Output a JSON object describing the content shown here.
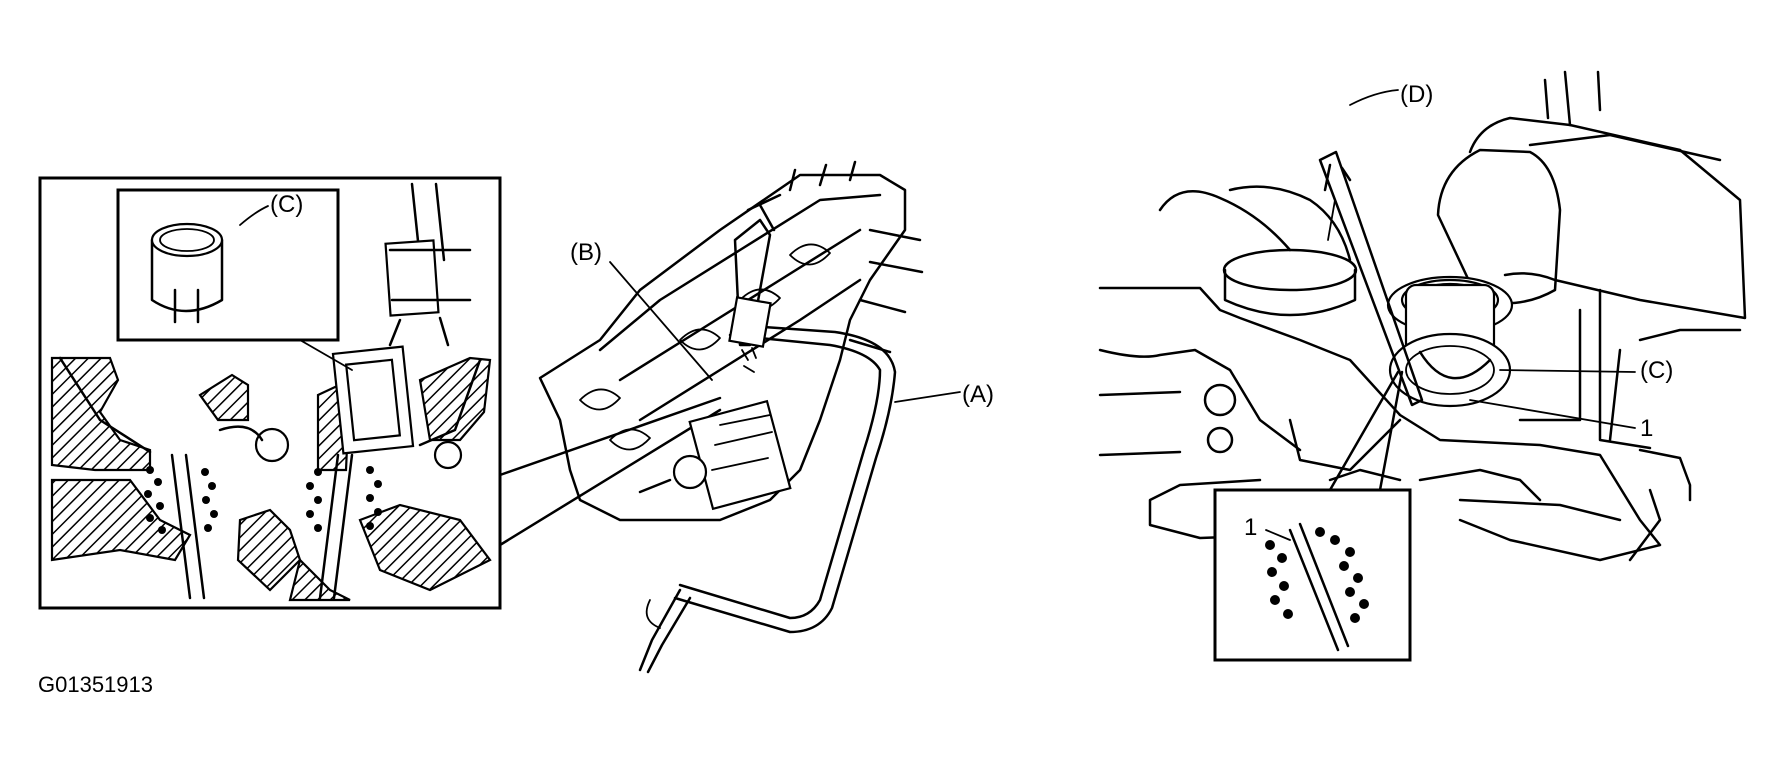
{
  "labels": {
    "a": "(A)",
    "b": "(B)",
    "c_inset": "(C)",
    "c_right": "(C)",
    "d": "(D)",
    "one_right": "1",
    "one_inset": "1"
  },
  "figure_id": "G01351913"
}
